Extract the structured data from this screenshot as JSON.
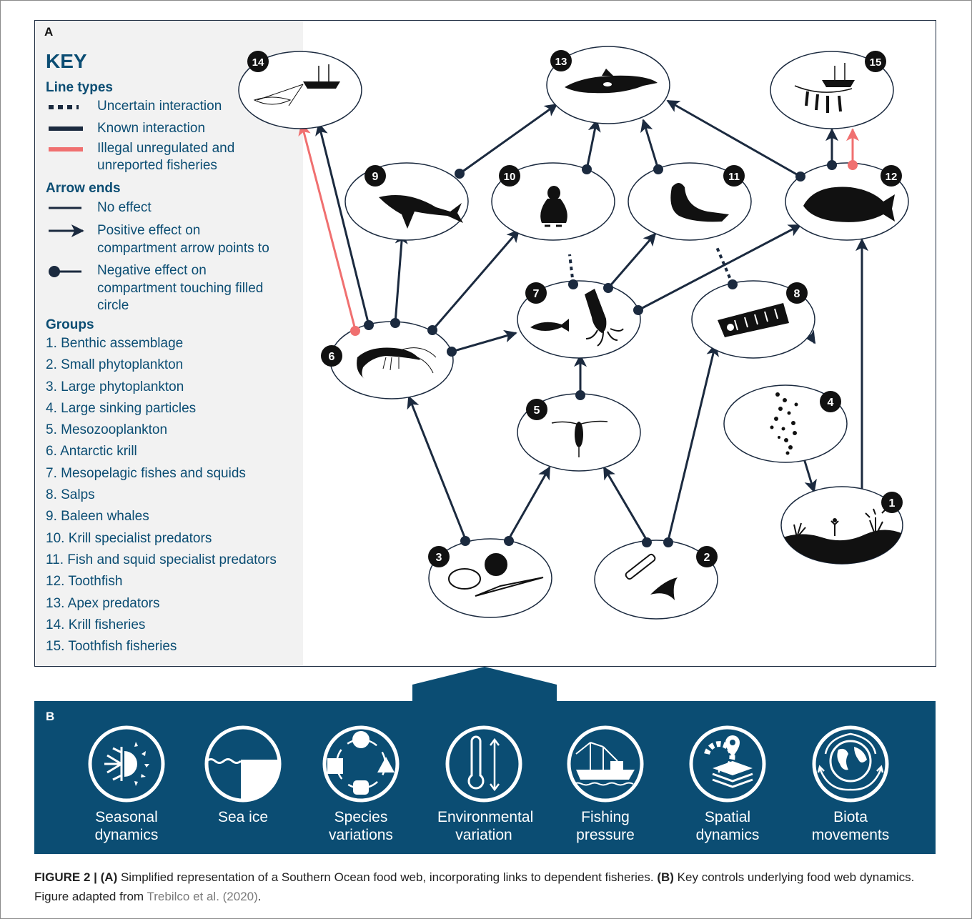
{
  "panel_a": {
    "label": "A",
    "key": {
      "title": "KEY",
      "line_types_heading": "Line types",
      "line_types": [
        "Uncertain interaction",
        "Known interaction",
        "Illegal unregulated and",
        "unreported fisheries"
      ],
      "arrow_ends_heading": "Arrow ends",
      "arrow_ends": [
        "No effect",
        "Positive effect on",
        "compartment arrow points to",
        "Negative effect on",
        "compartment touching filled",
        "circle"
      ],
      "groups_heading": "Groups",
      "groups": [
        "1.   Benthic assemblage",
        "2.   Small phytoplankton",
        "3.   Large phytoplankton",
        "4.   Large sinking particles",
        "5.   Mesozooplankton",
        "6.   Antarctic krill",
        "7.   Mesopelagic fishes and squids",
        "8.   Salps",
        "9.   Baleen whales",
        "10. Krill specialist predators",
        "11. Fish and squid specialist predators",
        "12. Toothfish",
        "13. Apex predators",
        "14. Krill fisheries",
        "15. Toothfish fisheries"
      ]
    },
    "nodes": [
      {
        "id": "1",
        "icon": "benthic-icon"
      },
      {
        "id": "2",
        "icon": "small-phytoplankton-icon"
      },
      {
        "id": "3",
        "icon": "large-phytoplankton-icon"
      },
      {
        "id": "4",
        "icon": "sinking-particles-icon"
      },
      {
        "id": "5",
        "icon": "copepod-icon"
      },
      {
        "id": "6",
        "icon": "krill-icon"
      },
      {
        "id": "7",
        "icon": "fish-squid-icon"
      },
      {
        "id": "8",
        "icon": "salp-icon"
      },
      {
        "id": "9",
        "icon": "whale-icon"
      },
      {
        "id": "10",
        "icon": "penguin-icon"
      },
      {
        "id": "11",
        "icon": "seal-icon"
      },
      {
        "id": "12",
        "icon": "toothfish-icon"
      },
      {
        "id": "13",
        "icon": "orca-icon"
      },
      {
        "id": "14",
        "icon": "krill-trawler-icon"
      },
      {
        "id": "15",
        "icon": "longline-vessel-icon"
      }
    ],
    "colors": {
      "known": "#1b2a3f",
      "illegal": "#f07070",
      "key_bg": "#f2f2f2",
      "heading": "#0b4d73"
    }
  },
  "panel_b": {
    "label": "B",
    "color": "#0b4d73",
    "controls": [
      {
        "icon": "snowflake-sun-icon",
        "line1": "Seasonal",
        "line2": "dynamics"
      },
      {
        "icon": "sea-ice-icon",
        "line1": "Sea ice",
        "line2": ""
      },
      {
        "icon": "shapes-cycle-icon",
        "line1": "Species",
        "line2": "variations"
      },
      {
        "icon": "thermometer-icon",
        "line1": "Environmental",
        "line2": "variation"
      },
      {
        "icon": "fishing-boat-icon",
        "line1": "Fishing",
        "line2": "pressure"
      },
      {
        "icon": "map-layers-icon",
        "line1": "Spatial",
        "line2": "dynamics"
      },
      {
        "icon": "globe-arrows-icon",
        "line1": "Biota",
        "line2": "movements"
      }
    ]
  },
  "caption": {
    "figure_label": "FIGURE 2 |",
    "a_label": "(A)",
    "a_text": "Simplified representation of a Southern Ocean food web, incorporating links to dependent fisheries.",
    "b_label": "(B)",
    "b_text": "Key controls underlying food web dynamics.",
    "source_prefix": "Figure adapted from",
    "source_link": "Trebilco et al. (2020)",
    "source_suffix": "."
  }
}
